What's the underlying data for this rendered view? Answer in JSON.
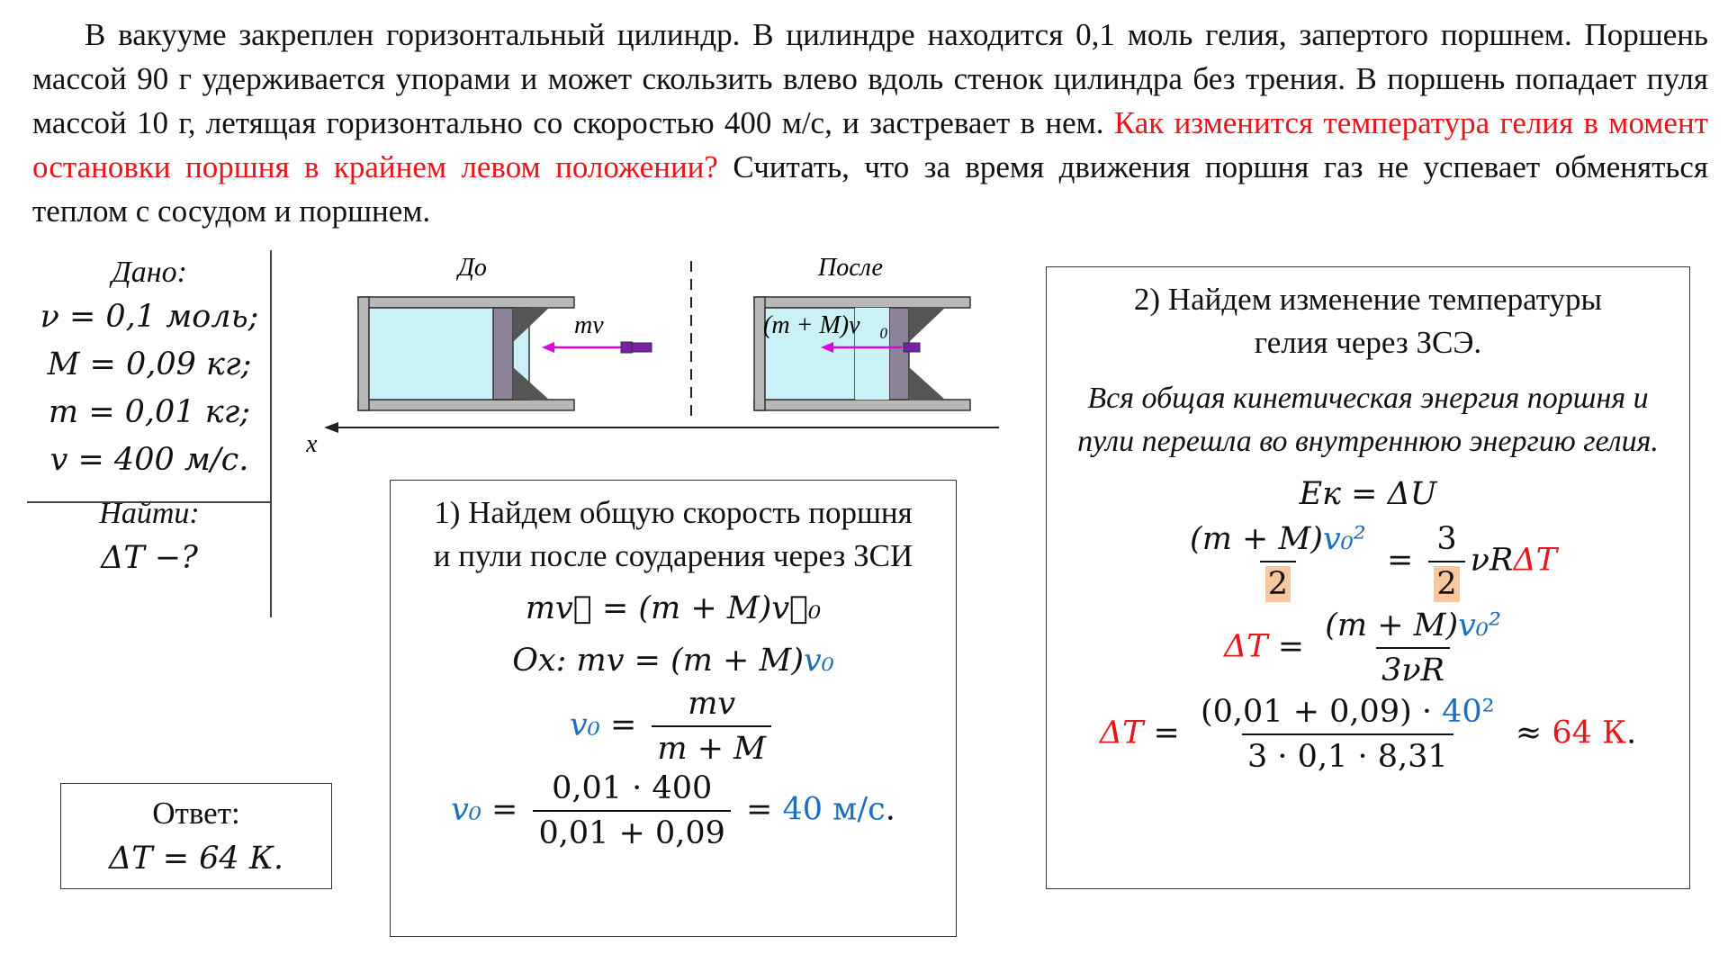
{
  "problem": {
    "text_start": "В вакууме закреплен горизонтальный цилиндр. В цилиндре находится 0,1 моль гелия, запертого поршнем. Поршень массой 90 г удерживается упорами и может скользить влево вдоль стенок цилиндра без трения. В поршень попадает пуля массой 10 г, летящая горизонтально со скоростью 400 м/с, и застревает в нем. ",
    "question": "Как изменится температура гелия в момент остановки поршня в крайнем левом положении?",
    "text_end": " Считать, что за время движения поршня газ не успевает обменяться теплом с сосудом и поршнем."
  },
  "given": {
    "heading": "Дано:",
    "lines": [
      "ν = 0,1 моль;",
      "M = 0,09 кг;",
      "m = 0,01 кг;",
      "v = 400 м/с."
    ],
    "find_heading": "Найти:",
    "find": "ΔT −?"
  },
  "diagram": {
    "before_label": "До",
    "after_label": "После",
    "before_vector": "mv⃗",
    "after_vector": "(m + M)v⃗₀",
    "axis_label": "x"
  },
  "step1": {
    "title": "1) Найдем общую скорость поршня и пули после соударения через ЗСИ",
    "eq1": "mv⃗ = (m + M)v⃗₀",
    "eq2_left": "Ox: mv = (m + M)",
    "eq2_blue": "v₀",
    "eq3_lhs": "v₀",
    "eq3_num": "mv",
    "eq3_den": "m + M",
    "eq4_lhs": "v₀",
    "eq4_num": "0,01 · 400",
    "eq4_den": "0,01 + 0,09",
    "eq4_result": "40 м/с",
    "eq4_tail": "."
  },
  "step2": {
    "title": "2) Найдем изменение температуры гелия через ЗСЭ.",
    "note": "Вся общая кинетическая энергия поршня и пули перешла во внутреннюю энергию гелия.",
    "eq1": "Eк = ΔU",
    "eq2_num_left": "(m + M)",
    "eq2_num_blue": "v₀²",
    "eq2_den_left": "2",
    "eq2_num_right": "3",
    "eq2_den_right": "2",
    "eq2_tail": "νR",
    "eq2_red": "ΔT",
    "eq3_lhs": "ΔT",
    "eq3_num_left": "(m + M)",
    "eq3_num_blue": "v₀²",
    "eq3_den": "3νR",
    "eq4_lhs": "ΔT",
    "eq4_num_left": "(0,01 + 0,09) · ",
    "eq4_num_blue": "40²",
    "eq4_den": "3 · 0,1 · 8,31",
    "eq4_approx": "≈",
    "eq4_result": "64 К",
    "eq4_tail": "."
  },
  "answer": {
    "label": "Ответ:",
    "value": "ΔT = 64 К."
  },
  "colors": {
    "red": "#e8161b",
    "blue": "#1a6fbf",
    "highlight": "#f8c79d",
    "gas": "#c9f1f6",
    "wall": "#b8b8b8",
    "piston": "#8c8398",
    "arrow": "#e000e0",
    "bullet": "#7a1fa8"
  }
}
